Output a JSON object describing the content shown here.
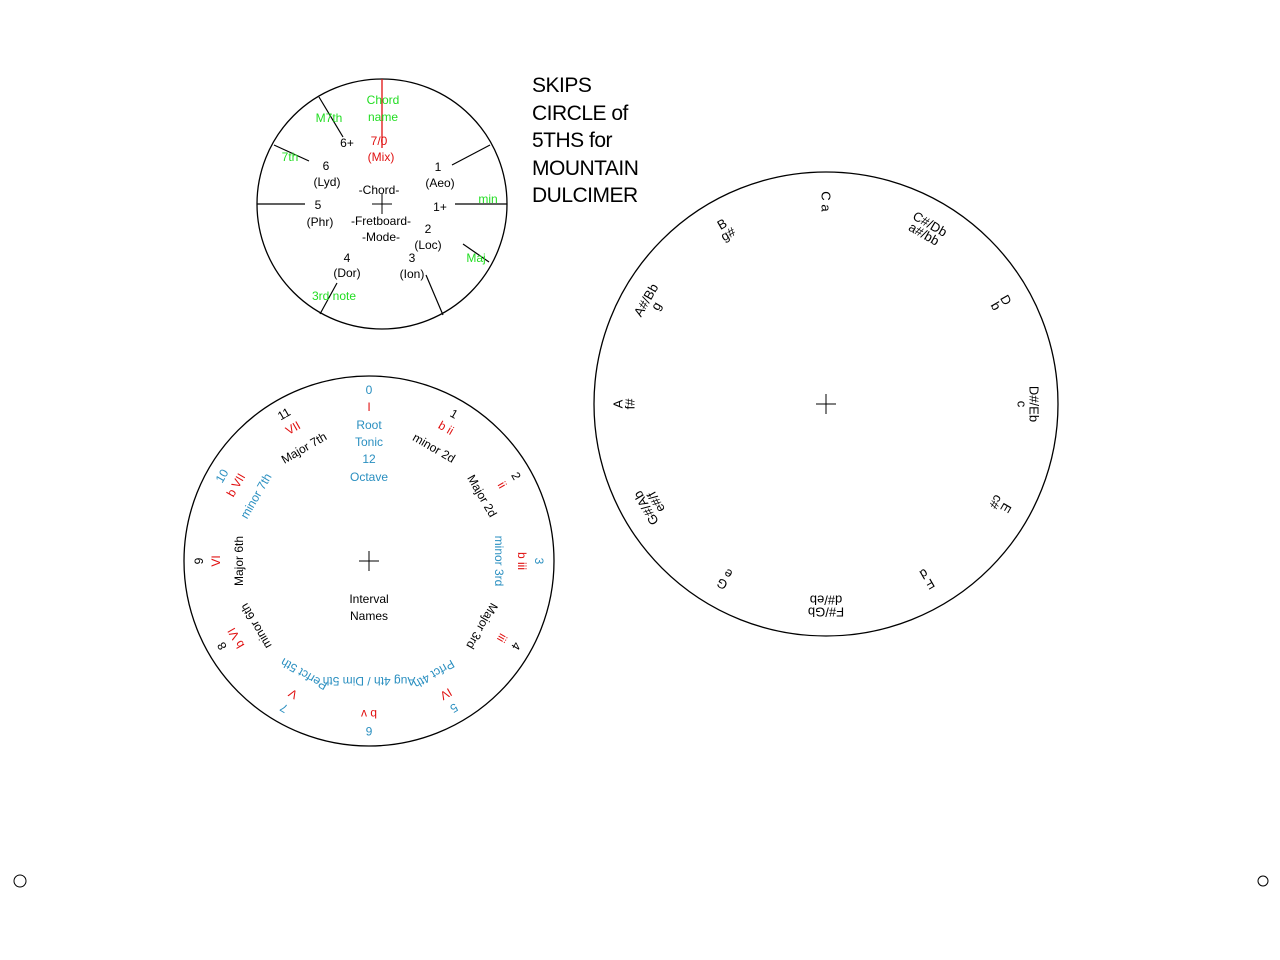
{
  "title": [
    "SKIPS",
    "CIRCLE of",
    "5THS for",
    "MOUNTAIN",
    "DULCIMER"
  ],
  "chord_wheel": {
    "labels": [
      {
        "text": "Chord",
        "color": "green"
      },
      {
        "text": "name",
        "color": "green"
      },
      {
        "text": "7/0",
        "color": "red"
      },
      {
        "text": "(Mix)",
        "color": "red"
      },
      {
        "text": "M7th",
        "color": "green"
      },
      {
        "text": "6+",
        "color": "black"
      },
      {
        "text": "7th",
        "color": "green"
      },
      {
        "text": "6",
        "color": "black"
      },
      {
        "text": "(Lyd)",
        "color": "black"
      },
      {
        "text": "1",
        "color": "black"
      },
      {
        "text": "(Aeo)",
        "color": "black"
      },
      {
        "text": "-Chord-",
        "color": "black"
      },
      {
        "text": "5",
        "color": "black"
      },
      {
        "text": "(Phr)",
        "color": "black"
      },
      {
        "text": "1+",
        "color": "black"
      },
      {
        "text": "min",
        "color": "green"
      },
      {
        "text": "-Fretboard-",
        "color": "black"
      },
      {
        "text": "-Mode-",
        "color": "black"
      },
      {
        "text": "2",
        "color": "black"
      },
      {
        "text": "(Loc)",
        "color": "black"
      },
      {
        "text": "Maj",
        "color": "green"
      },
      {
        "text": "4",
        "color": "black"
      },
      {
        "text": "(Dor)",
        "color": "black"
      },
      {
        "text": "3",
        "color": "black"
      },
      {
        "text": "(Ion)",
        "color": "black"
      },
      {
        "text": "3rd note",
        "color": "green"
      }
    ]
  },
  "interval_wheel": {
    "center_label": [
      "Interval",
      "Names"
    ],
    "root": [
      {
        "text": "0",
        "color": "blue"
      },
      {
        "text": "I",
        "color": "red"
      },
      {
        "text": "Root",
        "color": "blue"
      },
      {
        "text": "Tonic",
        "color": "blue"
      },
      {
        "text": "12",
        "color": "blue"
      },
      {
        "text": "Octave",
        "color": "blue"
      }
    ],
    "intervals": [
      {
        "number": "1",
        "numeral": "b ii",
        "name": "minor 2d",
        "num_color": "black",
        "name_color": "black"
      },
      {
        "number": "2",
        "numeral": "ii",
        "name": "Major 2d",
        "num_color": "black",
        "name_color": "black"
      },
      {
        "number": "3",
        "numeral": "b iii",
        "name": "minor 3rd",
        "num_color": "blue",
        "name_color": "blue"
      },
      {
        "number": "4",
        "numeral": "iii",
        "name": "Major 3rd",
        "num_color": "black",
        "name_color": "black"
      },
      {
        "number": "5",
        "numeral": "IV",
        "name": "Prfct 4th",
        "num_color": "blue",
        "name_color": "blue"
      },
      {
        "number": "6",
        "numeral": "b v",
        "name": "Aug 4th / Dim 5th",
        "num_color": "blue",
        "name_color": "blue"
      },
      {
        "number": "7",
        "numeral": "V",
        "name": "Perfct 5th",
        "num_color": "blue",
        "name_color": "blue"
      },
      {
        "number": "8",
        "numeral": "b VI",
        "name": "minor 6th",
        "num_color": "black",
        "name_color": "black"
      },
      {
        "number": "9",
        "numeral": "VI",
        "name": "Major 6th",
        "num_color": "black",
        "name_color": "black"
      },
      {
        "number": "10",
        "numeral": "b VII",
        "name": "minor 7th",
        "num_color": "blue",
        "name_color": "blue"
      },
      {
        "number": "11",
        "numeral": "VII",
        "name": "Major 7th",
        "num_color": "black",
        "name_color": "black"
      }
    ]
  },
  "key_wheel": {
    "keys": [
      {
        "major": "C",
        "minor": "a"
      },
      {
        "major": "C#/Db",
        "minor": "a#/bb"
      },
      {
        "major": "D",
        "minor": "b"
      },
      {
        "major": "D#/Eb",
        "minor": "c"
      },
      {
        "major": "E",
        "minor": "c#"
      },
      {
        "major": "F",
        "minor": "d"
      },
      {
        "major": "F#/Gb",
        "minor": "d#/eb"
      },
      {
        "major": "G",
        "minor": "e"
      },
      {
        "major": "G#/Ab",
        "minor": "e#/f"
      },
      {
        "major": "A",
        "minor": "f#"
      },
      {
        "major": "A#/Bb",
        "minor": "g"
      },
      {
        "major": "B",
        "minor": "g#"
      }
    ]
  },
  "colors": {
    "green": "#22dd22",
    "red": "#e01010",
    "blue": "#2a8fc0",
    "black": "#000000"
  }
}
